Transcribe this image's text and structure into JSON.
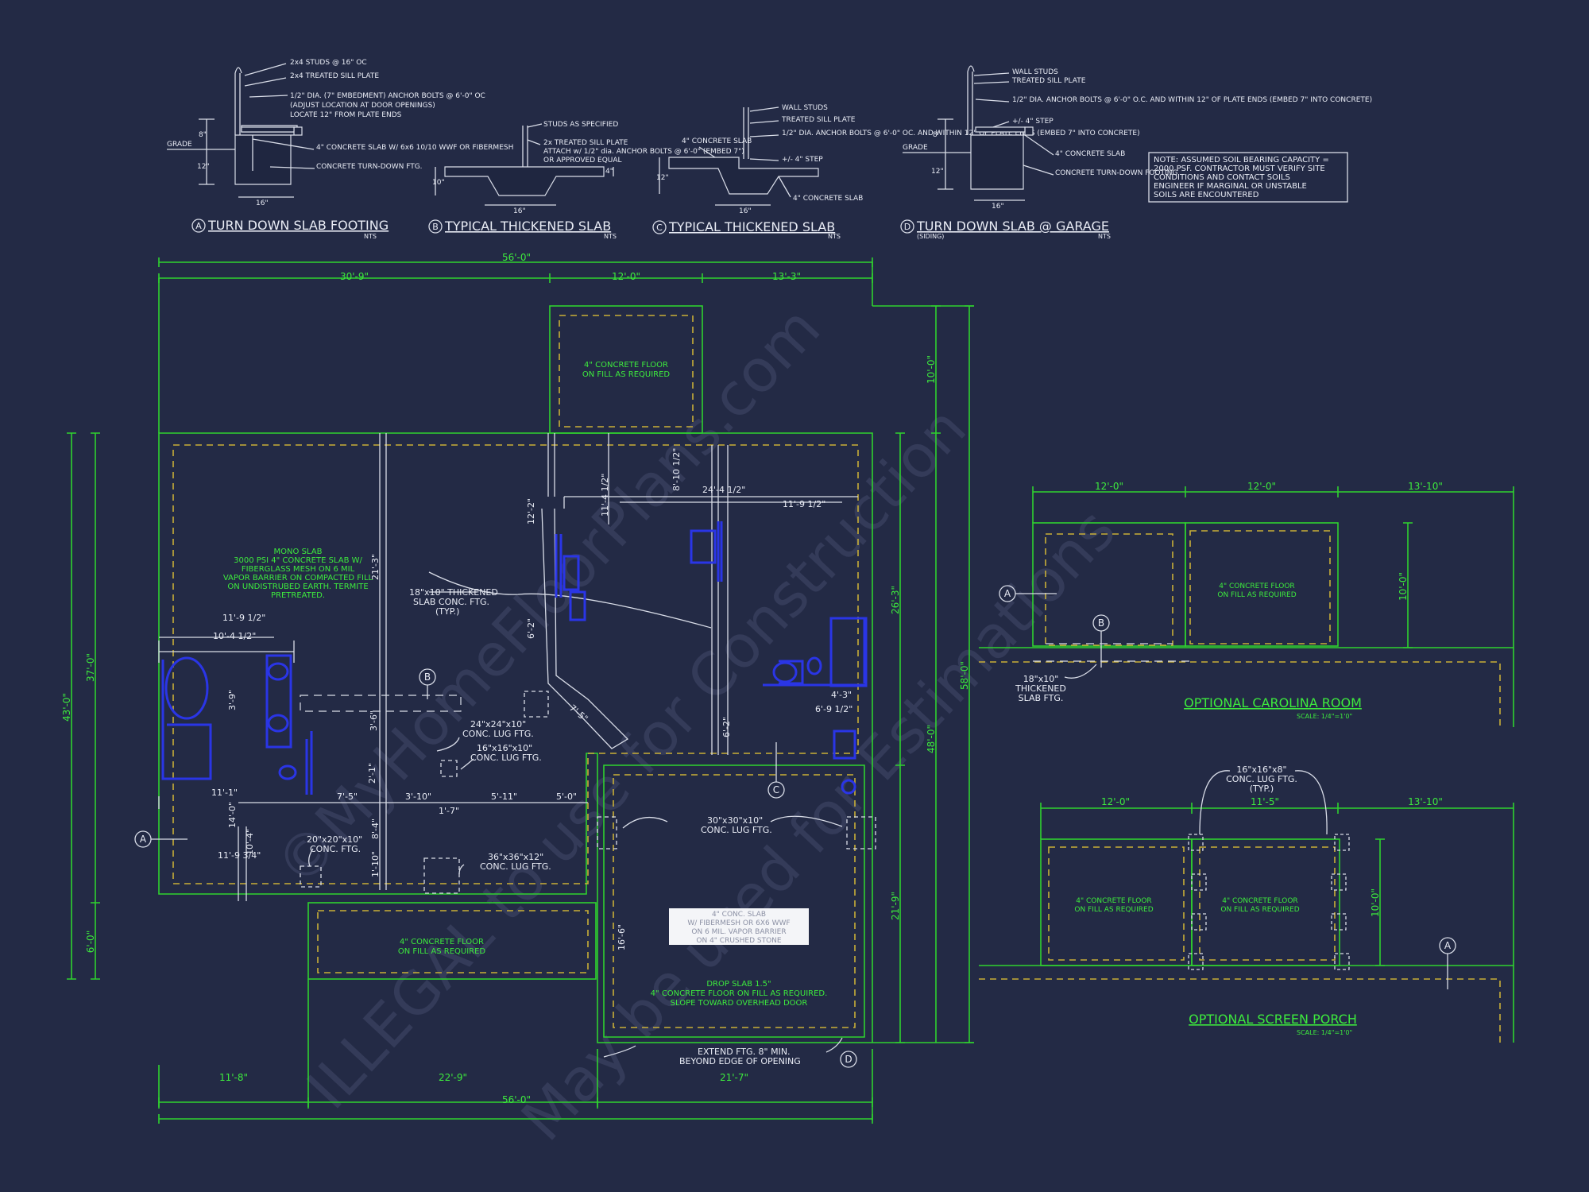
{
  "details": {
    "a": {
      "letter": "A",
      "title": "TURN DOWN SLAB FOOTING",
      "nts": "NTS",
      "notes": [
        "2x4 STUDS @ 16\" OC",
        "2x4 TREATED SILL PLATE",
        "1/2\" DIA. (7\" EMBEDMENT) ANCHOR BOLTS @ 6'-0\" OC",
        "(ADJUST LOCATION AT DOOR OPENINGS)",
        "LOCATE 12\" FROM PLATE ENDS",
        "4\" CONCRETE SLAB W/ 6x6 10/10 WWF OR FIBERMESH",
        "CONCRETE TURN-DOWN FTG."
      ],
      "grade": "GRADE",
      "d8": "8\"",
      "d12": "12\"",
      "d16": "16\""
    },
    "b": {
      "letter": "B",
      "title": "TYPICAL THICKENED SLAB",
      "nts": "NTS",
      "notes": [
        "STUDS AS SPECIFIED",
        "2x TREATED SILL PLATE",
        "ATTACH w/ 1/2\" dia. ANCHOR BOLTS @ 6'-0\" (EMBED 7\")",
        "OR APPROVED EQUAL"
      ],
      "d10": "10\"",
      "d4": "4\"",
      "d16": "16\""
    },
    "c": {
      "letter": "C",
      "title": "TYPICAL THICKENED SLAB",
      "nts": "NTS",
      "notes": [
        "WALL STUDS",
        "TREATED SILL PLATE",
        "1/2\" DIA. ANCHOR BOLTS @ 6'-0\" OC. AND WITHIN 12\" OF PLATE ENDS (EMBED 7\" INTO CONCRETE)",
        "+/- 4\" STEP",
        "4\" CONCRETE SLAB",
        "4\" CONCRETE SLAB"
      ],
      "d12": "12\"",
      "d16": "16\""
    },
    "d": {
      "letter": "D",
      "title": "TURN DOWN SLAB @ GARAGE",
      "nts": "NTS",
      "siding": "(SIDING)",
      "notes": [
        "WALL STUDS",
        "TREATED SILL PLATE",
        "1/2\" DIA. ANCHOR BOLTS @ 6'-0\" O.C. AND WITHIN 12\" OF PLATE ENDS (EMBED 7\" INTO CONCRETE)",
        "+/- 4\" STEP",
        "4\" CONCRETE SLAB",
        "CONCRETE TURN-DOWN FOOTING"
      ],
      "grade": "GRADE",
      "d8": "8\"",
      "d12": "12\"",
      "d16": "16\""
    }
  },
  "soil_note": [
    "NOTE: ASSUMED SOIL BEARING CAPACITY =",
    "2000 PSF. CONTRACTOR MUST VERIFY SITE",
    "CONDITIONS AND CONTACT SOILS",
    "ENGINEER IF MARGINAL OR UNSTABLE",
    "SOILS ARE ENCOUNTERED"
  ],
  "plan": {
    "dim_top_total": "56'-0\"",
    "dim_top_a": "30'-9\"",
    "dim_top_b": "12'-0\"",
    "dim_top_c": "13'-3\"",
    "dim_bot_total": "56'-0\"",
    "dim_bot_a": "11'-8\"",
    "dim_bot_b": "22'-9\"",
    "dim_bot_c": "21'-7\"",
    "dim_left_43": "43'-0\"",
    "dim_left_37": "37'-0\"",
    "dim_left_6": "6'-0\"",
    "dim_right_10": "10'-0\"",
    "dim_right_26": "26'-3\"",
    "dim_right_21": "21'-9\"",
    "dim_right_58": "58'-0\"",
    "dim_right_48": "48'-0\"",
    "inner_dims": [
      "24'-4 1/2\"",
      "11'-9 1/2\"",
      "8'-10 1/2\"",
      "11'-4 1/2\"",
      "12'-2\"",
      "21'-3\"",
      "11'-9 1/2\"",
      "10'-4 1/2\"",
      "3'-9\"",
      "6'-2\"",
      "3'-6\"",
      "2'-1\"",
      "11'-1\"",
      "7'-5\"",
      "3'-10\"",
      "5'-11\"",
      "5'-0\"",
      "1'-7\"",
      "14'-0\"",
      "10'-4\"",
      "8'-4\"",
      "11'-9 3/4\"",
      "7'-5\"",
      "4'-3\"",
      "6'-9 1/2\"",
      "6'-2\"",
      "1'-10\"",
      "16'-6\""
    ],
    "patio_note": [
      "4\" CONCRETE FLOOR",
      "ON FILL AS REQUIRED"
    ],
    "mono_slab": [
      "MONO SLAB",
      "3000 PSI 4\" CONCRETE SLAB W/",
      "FIBERGLASS MESH ON 6 MIL",
      "VAPOR BARRIER ON COMPACTED FILL",
      "ON UNDISTRUBED EARTH. TERMITE",
      "PRETREATED."
    ],
    "front_porch_note": [
      "4\" CONCRETE FLOOR",
      "ON FILL AS REQUIRED"
    ],
    "garage_box": [
      "4\" CONC. SLAB",
      "W/ FIBERMESH OR 6X6 WWF",
      "ON 6 MIL. VAPOR BARRIER",
      "ON 4\" CRUSHED STONE"
    ],
    "garage_note": [
      "DROP SLAB 1.5\"",
      "4\" CONCRETE FLOOR ON FILL AS REQUIRED.",
      "SLOPE TOWARD OVERHEAD DOOR"
    ],
    "callout_thickened": [
      "18\"x10\" THICKENED",
      "SLAB CONC. FTG.",
      "(TYP.)"
    ],
    "callout_24": [
      "24\"x24\"x10\"",
      "CONC. LUG FTG."
    ],
    "callout_16": [
      "16\"x16\"x10\"",
      "CONC. LUG FTG."
    ],
    "callout_20": [
      "20\"x20\"x10\"",
      "CONC. FTG."
    ],
    "callout_36": [
      "36\"x36\"x12\"",
      "CONC. LUG FTG."
    ],
    "callout_30": [
      "30\"x30\"x10\"",
      "CONC. LUG FTG."
    ],
    "callout_extend": [
      "EXTEND FTG. 8\" MIN.",
      "BEYOND EDGE OF OPENING"
    ],
    "tags": {
      "a": "A",
      "b": "B",
      "c": "C",
      "d": "D"
    }
  },
  "carolina": {
    "title": "OPTIONAL CAROLINA ROOM",
    "scale": "SCALE: 1/4\"=1'0\"",
    "dim_a": "12'-0\"",
    "dim_b": "12'-0\"",
    "dim_c": "13'-10\"",
    "dim_v": "10'-0\"",
    "floor_note": [
      "4\" CONCRETE FLOOR",
      "ON FILL AS REQUIRED"
    ],
    "thick": [
      "18\"x10\"",
      "THICKENED",
      "SLAB FTG."
    ],
    "tag_a": "A",
    "tag_b": "B"
  },
  "screen": {
    "title": "OPTIONAL SCREEN PORCH",
    "scale": "SCALE: 1/4\"=1'0\"",
    "dim_a": "12'-0\"",
    "dim_b": "11'-5\"",
    "dim_c": "13'-10\"",
    "dim_v": "10'-0\"",
    "floor_note_1": [
      "4\" CONCRETE FLOOR",
      "ON FILL AS REQUIRED"
    ],
    "floor_note_2": [
      "4\" CONCRETE FLOOR",
      "ON FILL AS REQUIRED"
    ],
    "lug": [
      "16\"x16\"x8\"",
      "CONC. LUG FTG.",
      "(TYP.)"
    ],
    "tag_a": "A"
  },
  "watermark": [
    "ILLEGAL to use for Construction",
    "©MyHomeFloorPlans.com",
    "May be used for Estimations"
  ],
  "colors": {
    "background": "#232a45",
    "dimension_lines": "#2fd12f",
    "footing_dashes": "#c9b037",
    "fixtures": "#2a35e6",
    "annotations": "#e9ecf5"
  }
}
